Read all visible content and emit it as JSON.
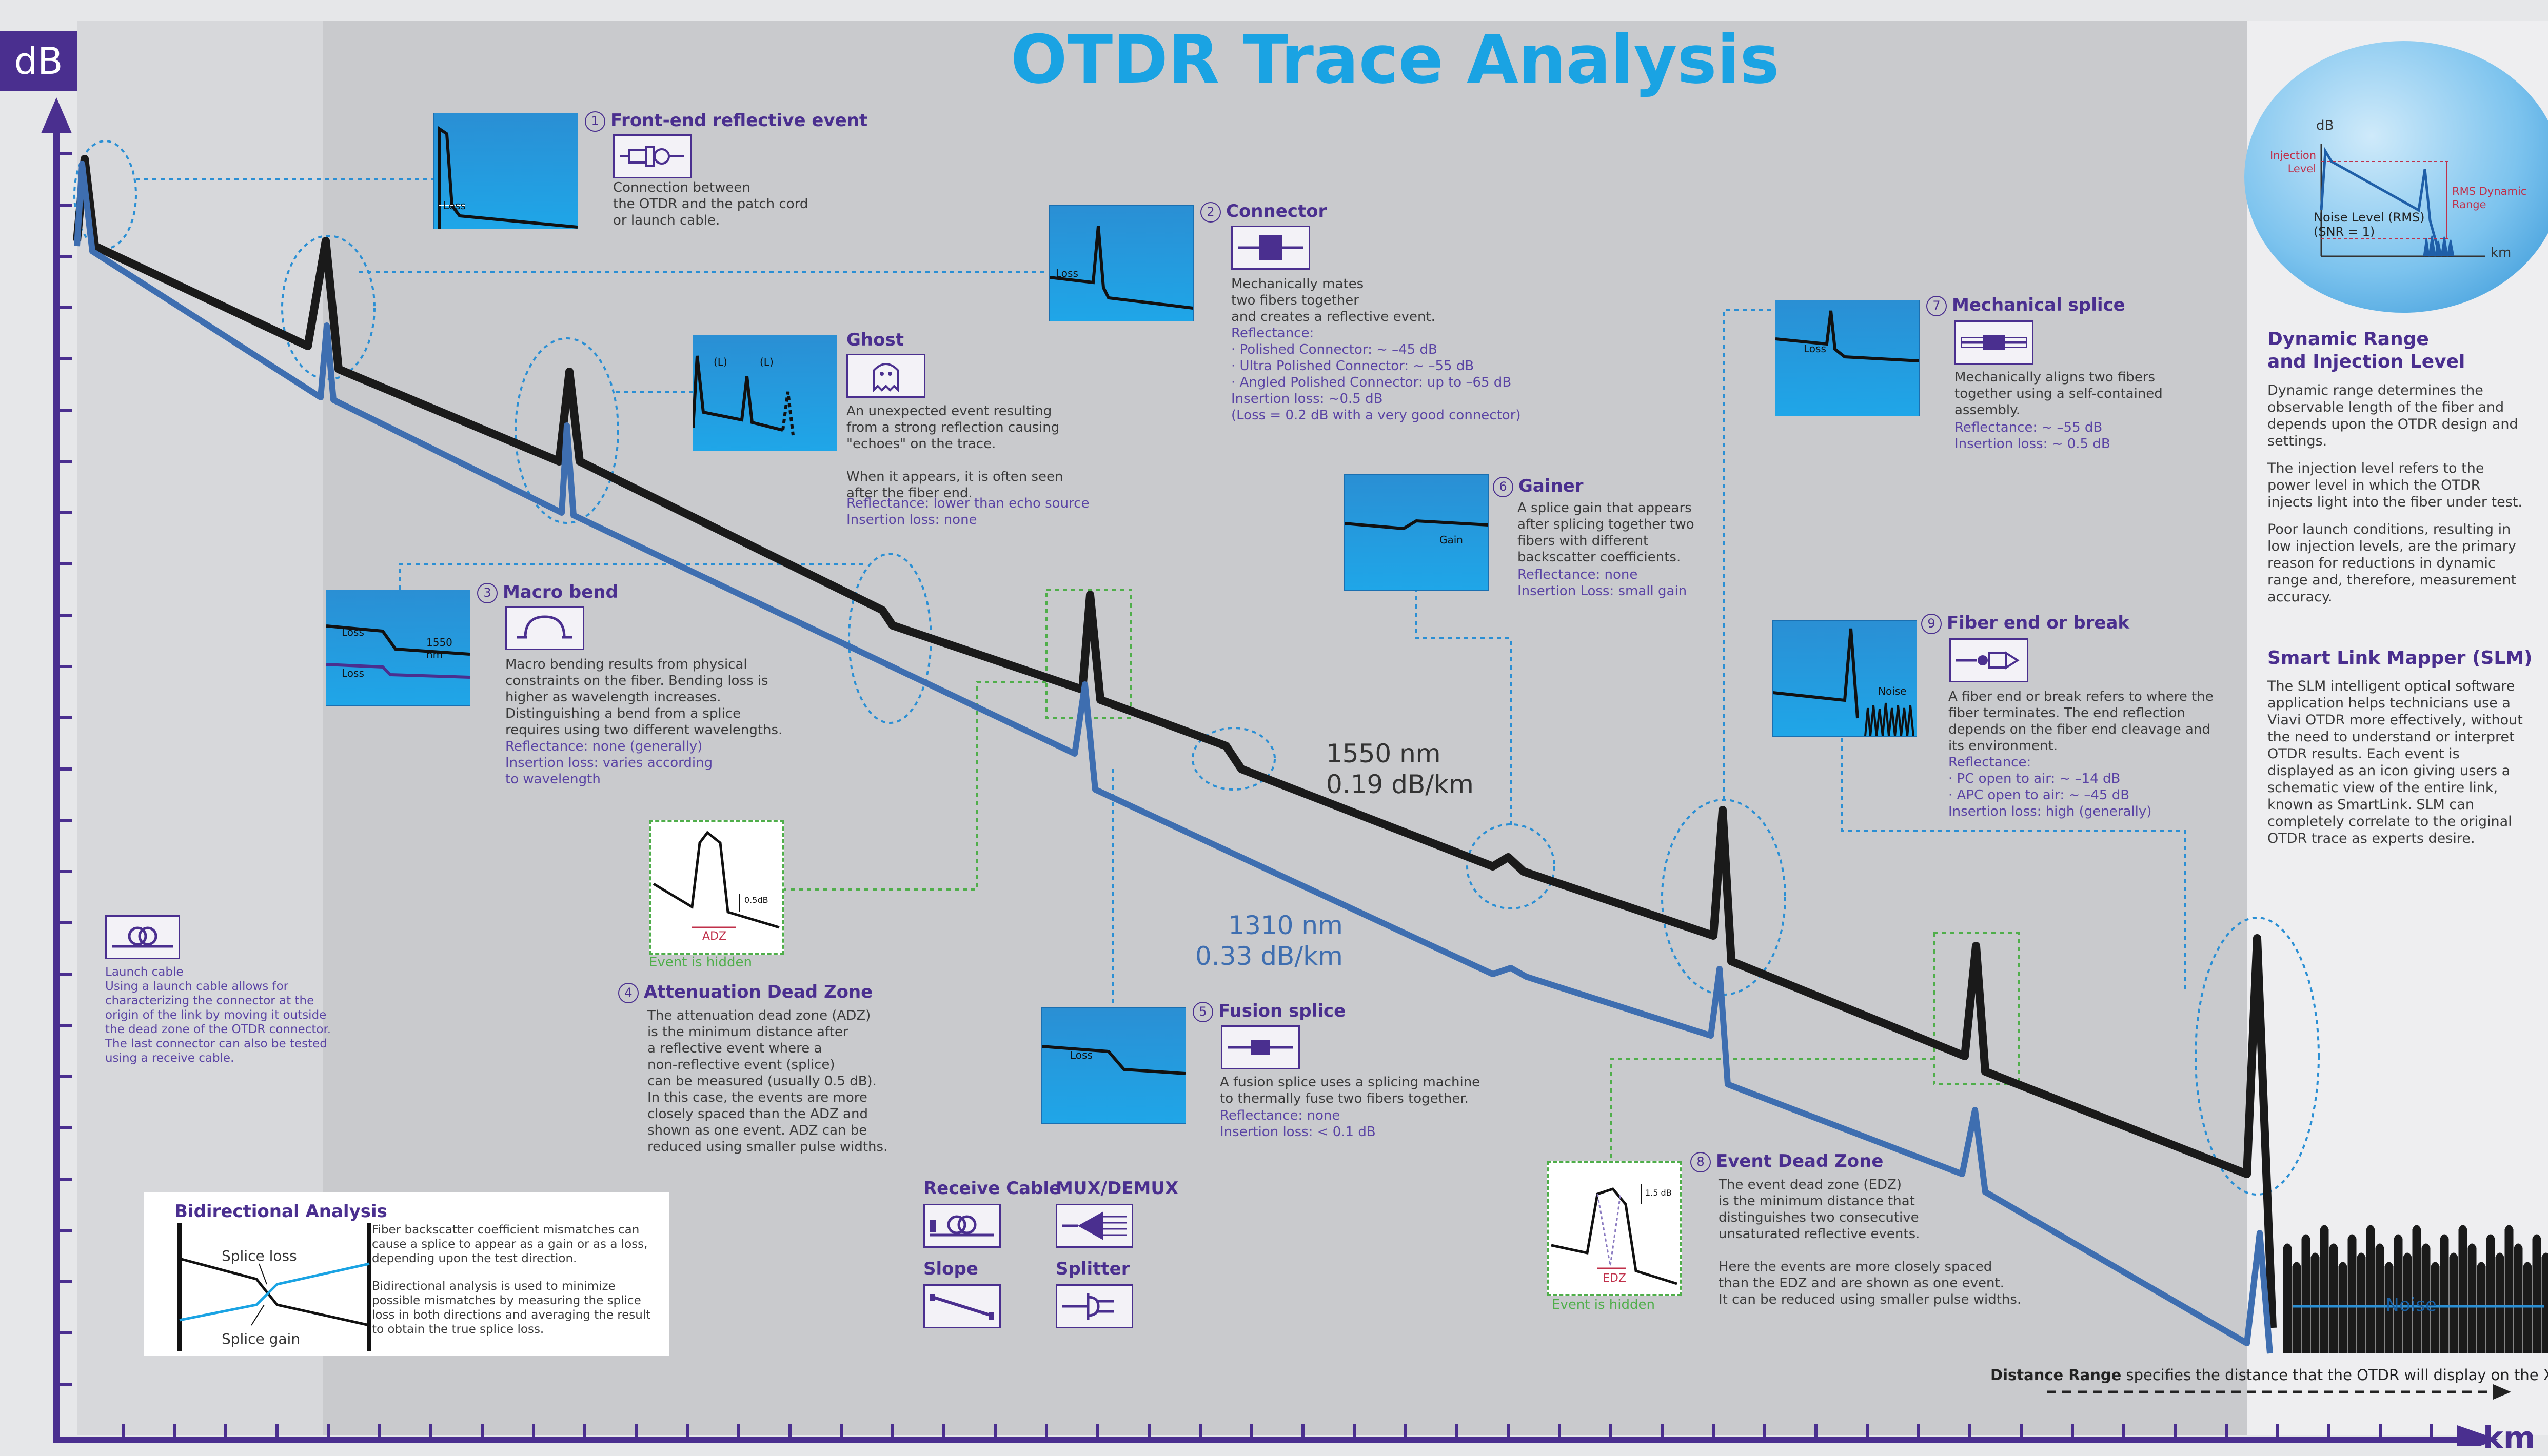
{
  "title": "OTDR Trace Analysis",
  "axes": {
    "y_unit": "dB",
    "x_unit": "km"
  },
  "colors": {
    "title": "#1aa3e3",
    "axis": "#4a2f8f",
    "trace_1550": "#1a1a1a",
    "trace_1310": "#3e6eb0",
    "callout_blue": "#2a8fd4",
    "callout_green": "#4fae4a"
  },
  "traces": [
    {
      "label": "1550 nm",
      "loss": "0.19 dB/km"
    },
    {
      "label": "1310 nm",
      "loss": "0.33 dB/km"
    }
  ],
  "events": {
    "front_end": {
      "number": "1",
      "title": "Front-end reflective event",
      "icon": "otdr-connector-icon",
      "text": "Connection between\nthe OTDR and the patch cord\nor launch cable.",
      "mini_label": "Loss"
    },
    "connector": {
      "number": "2",
      "title": "Connector",
      "icon": "connector-icon",
      "text": "Mechanically mates\ntwo fibers together\nand creates a reflective event.",
      "details": "Reflectance:\n· Polished Connector:  ~ –45 dB\n· Ultra Polished Connector:  ~ –55 dB\n· Angled Polished Connector:  up to –65 dB\nInsertion loss:  ~0.5 dB\n(Loss = 0.2 dB with a very good connector)",
      "mini_label": "Loss"
    },
    "ghost": {
      "title": "Ghost",
      "icon": "ghost-icon",
      "text": "An unexpected event resulting\nfrom a strong reflection causing\n\"echoes\" on the trace.\n\nWhen it appears, it is often seen\nafter the fiber end.",
      "details": "Reflectance:  lower than echo source\nInsertion loss:  none",
      "mini_label_1": "(L)",
      "mini_label_2": "(L)"
    },
    "macro_bend": {
      "number": "3",
      "title": "Macro bend",
      "icon": "macro-bend-icon",
      "text": "Macro bending results from physical\nconstraints on the fiber. Bending loss is\nhigher as wavelength increases.\nDistinguishing a bend from a splice\nrequires using two different wavelengths.",
      "details": "Reflectance:  none (generally)\nInsertion loss:  varies according\nto wavelength",
      "mini_label_1": "Loss",
      "mini_label_2": "1550 nm",
      "mini_label_3": "Loss"
    },
    "adz": {
      "number": "4",
      "title": "Attenuation Dead Zone",
      "text": "The attenuation dead zone (ADZ)\nis the minimum distance after\na reflective event where a\nnon-reflective event (splice)\ncan be measured (usually 0.5 dB).\nIn this case, the events are more\nclosely spaced than the ADZ and\nshown as one event. ADZ can be\nreduced using smaller pulse widths.",
      "inset_label": "ADZ",
      "inset_db": "0.5dB",
      "hidden_note": "Event is hidden"
    },
    "fusion_splice": {
      "number": "5",
      "title": "Fusion splice",
      "icon": "fusion-splice-icon",
      "text": "A fusion splice uses a splicing machine\nto thermally fuse two fibers together.",
      "details": "Reflectance:  none\nInsertion loss:  < 0.1 dB",
      "mini_label": "Loss"
    },
    "gainer": {
      "number": "6",
      "title": "Gainer",
      "text": "A splice gain that appears\nafter splicing together two\nfibers with different\nbackscatter coefficients.",
      "details": "Reflectance:  none\nInsertion Loss:  small gain",
      "mini_label": "Gain"
    },
    "mechanical_splice": {
      "number": "7",
      "title": "Mechanical splice",
      "icon": "mechanical-splice-icon",
      "text": "Mechanically aligns two fibers\ntogether using a self-contained\nassembly.",
      "details": "Reflectance:  ~ –55 dB\nInsertion loss:  ~ 0.5 dB",
      "mini_label": "Loss"
    },
    "edz": {
      "number": "8",
      "title": "Event Dead Zone",
      "text": "The event dead zone (EDZ)\nis the minimum distance that\ndistinguishes two consecutive\nunsaturated reflective events.\n\nHere the events are more closely spaced\nthan the EDZ and are shown as one event.\nIt can be reduced using smaller pulse widths.",
      "inset_label": "EDZ",
      "inset_db": "1.5 dB",
      "hidden_note": "Event is hidden"
    },
    "fiber_end": {
      "number": "9",
      "title": "Fiber end or break",
      "icon": "fiber-end-icon",
      "text": "A fiber end or break refers to where the\nfiber terminates. The end reflection\ndepends on the fiber end cleavage and\nits environment.",
      "details": "Reflectance:\n· PC open to air:  ~ –14 dB\n· APC open to air:  ~ –45 dB\nInsertion loss:  high (generally)",
      "mini_label": "Noise"
    }
  },
  "launch_cable": {
    "icon": "launch-cable-icon",
    "title": "Launch cable",
    "text": "Using a launch cable allows for\ncharacterizing the connector at the\norigin of the link by moving it outside\nthe dead zone of the OTDR connector.\nThe last connector can also be tested\nusing a receive cable."
  },
  "bidirectional": {
    "title": "Bidirectional Analysis",
    "splice_loss": "Splice loss",
    "splice_gain": "Splice gain",
    "text_1": "Fiber backscatter coefficient mismatches can cause a splice to appear as a gain or as a loss, depending upon the test direction.",
    "text_2": "Bidirectional analysis is used to minimize possible mismatches by measuring the splice loss in both directions and averaging the result to obtain the true splice loss."
  },
  "legend": [
    {
      "label": "Receive Cable",
      "icon": "receive-cable-icon"
    },
    {
      "label": "MUX/DEMUX",
      "icon": "mux-demux-icon"
    },
    {
      "label": "Slope",
      "icon": "slope-icon"
    },
    {
      "label": "Splitter",
      "icon": "splitter-icon"
    }
  ],
  "dynamic_range": {
    "title": "Dynamic Range\nand Injection Level",
    "p1": "Dynamic range determines the observable length of the fiber and depends upon the OTDR design and settings.",
    "p2": "The injection level refers to the power level in which the OTDR injects light into the fiber under test.",
    "p3": "Poor launch conditions, resulting in low injection levels, are the primary reason for reductions in dynamic range and, therefore, measurement accuracy.",
    "inset_db": "dB",
    "inset_km": "km",
    "injection_level": "Injection\nLevel",
    "rms_range": "RMS Dynamic\nRange",
    "noise_level": "Noise Level (RMS)\n(SNR = 1)"
  },
  "slm": {
    "title": "Smart Link Mapper (SLM)",
    "text": "The SLM intelligent optical software application helps technicians use a Viavi OTDR more effectively, without the need to understand or interpret OTDR results. Each event is displayed as an icon giving users a schematic view of the entire link, known as SmartLink. SLM can completely correlate to the original OTDR trace as experts desire."
  },
  "noise_label": "Noise",
  "distance_range": {
    "bold": "Distance Range",
    "text": " specifies the distance that the OTDR will display on the X axis"
  }
}
